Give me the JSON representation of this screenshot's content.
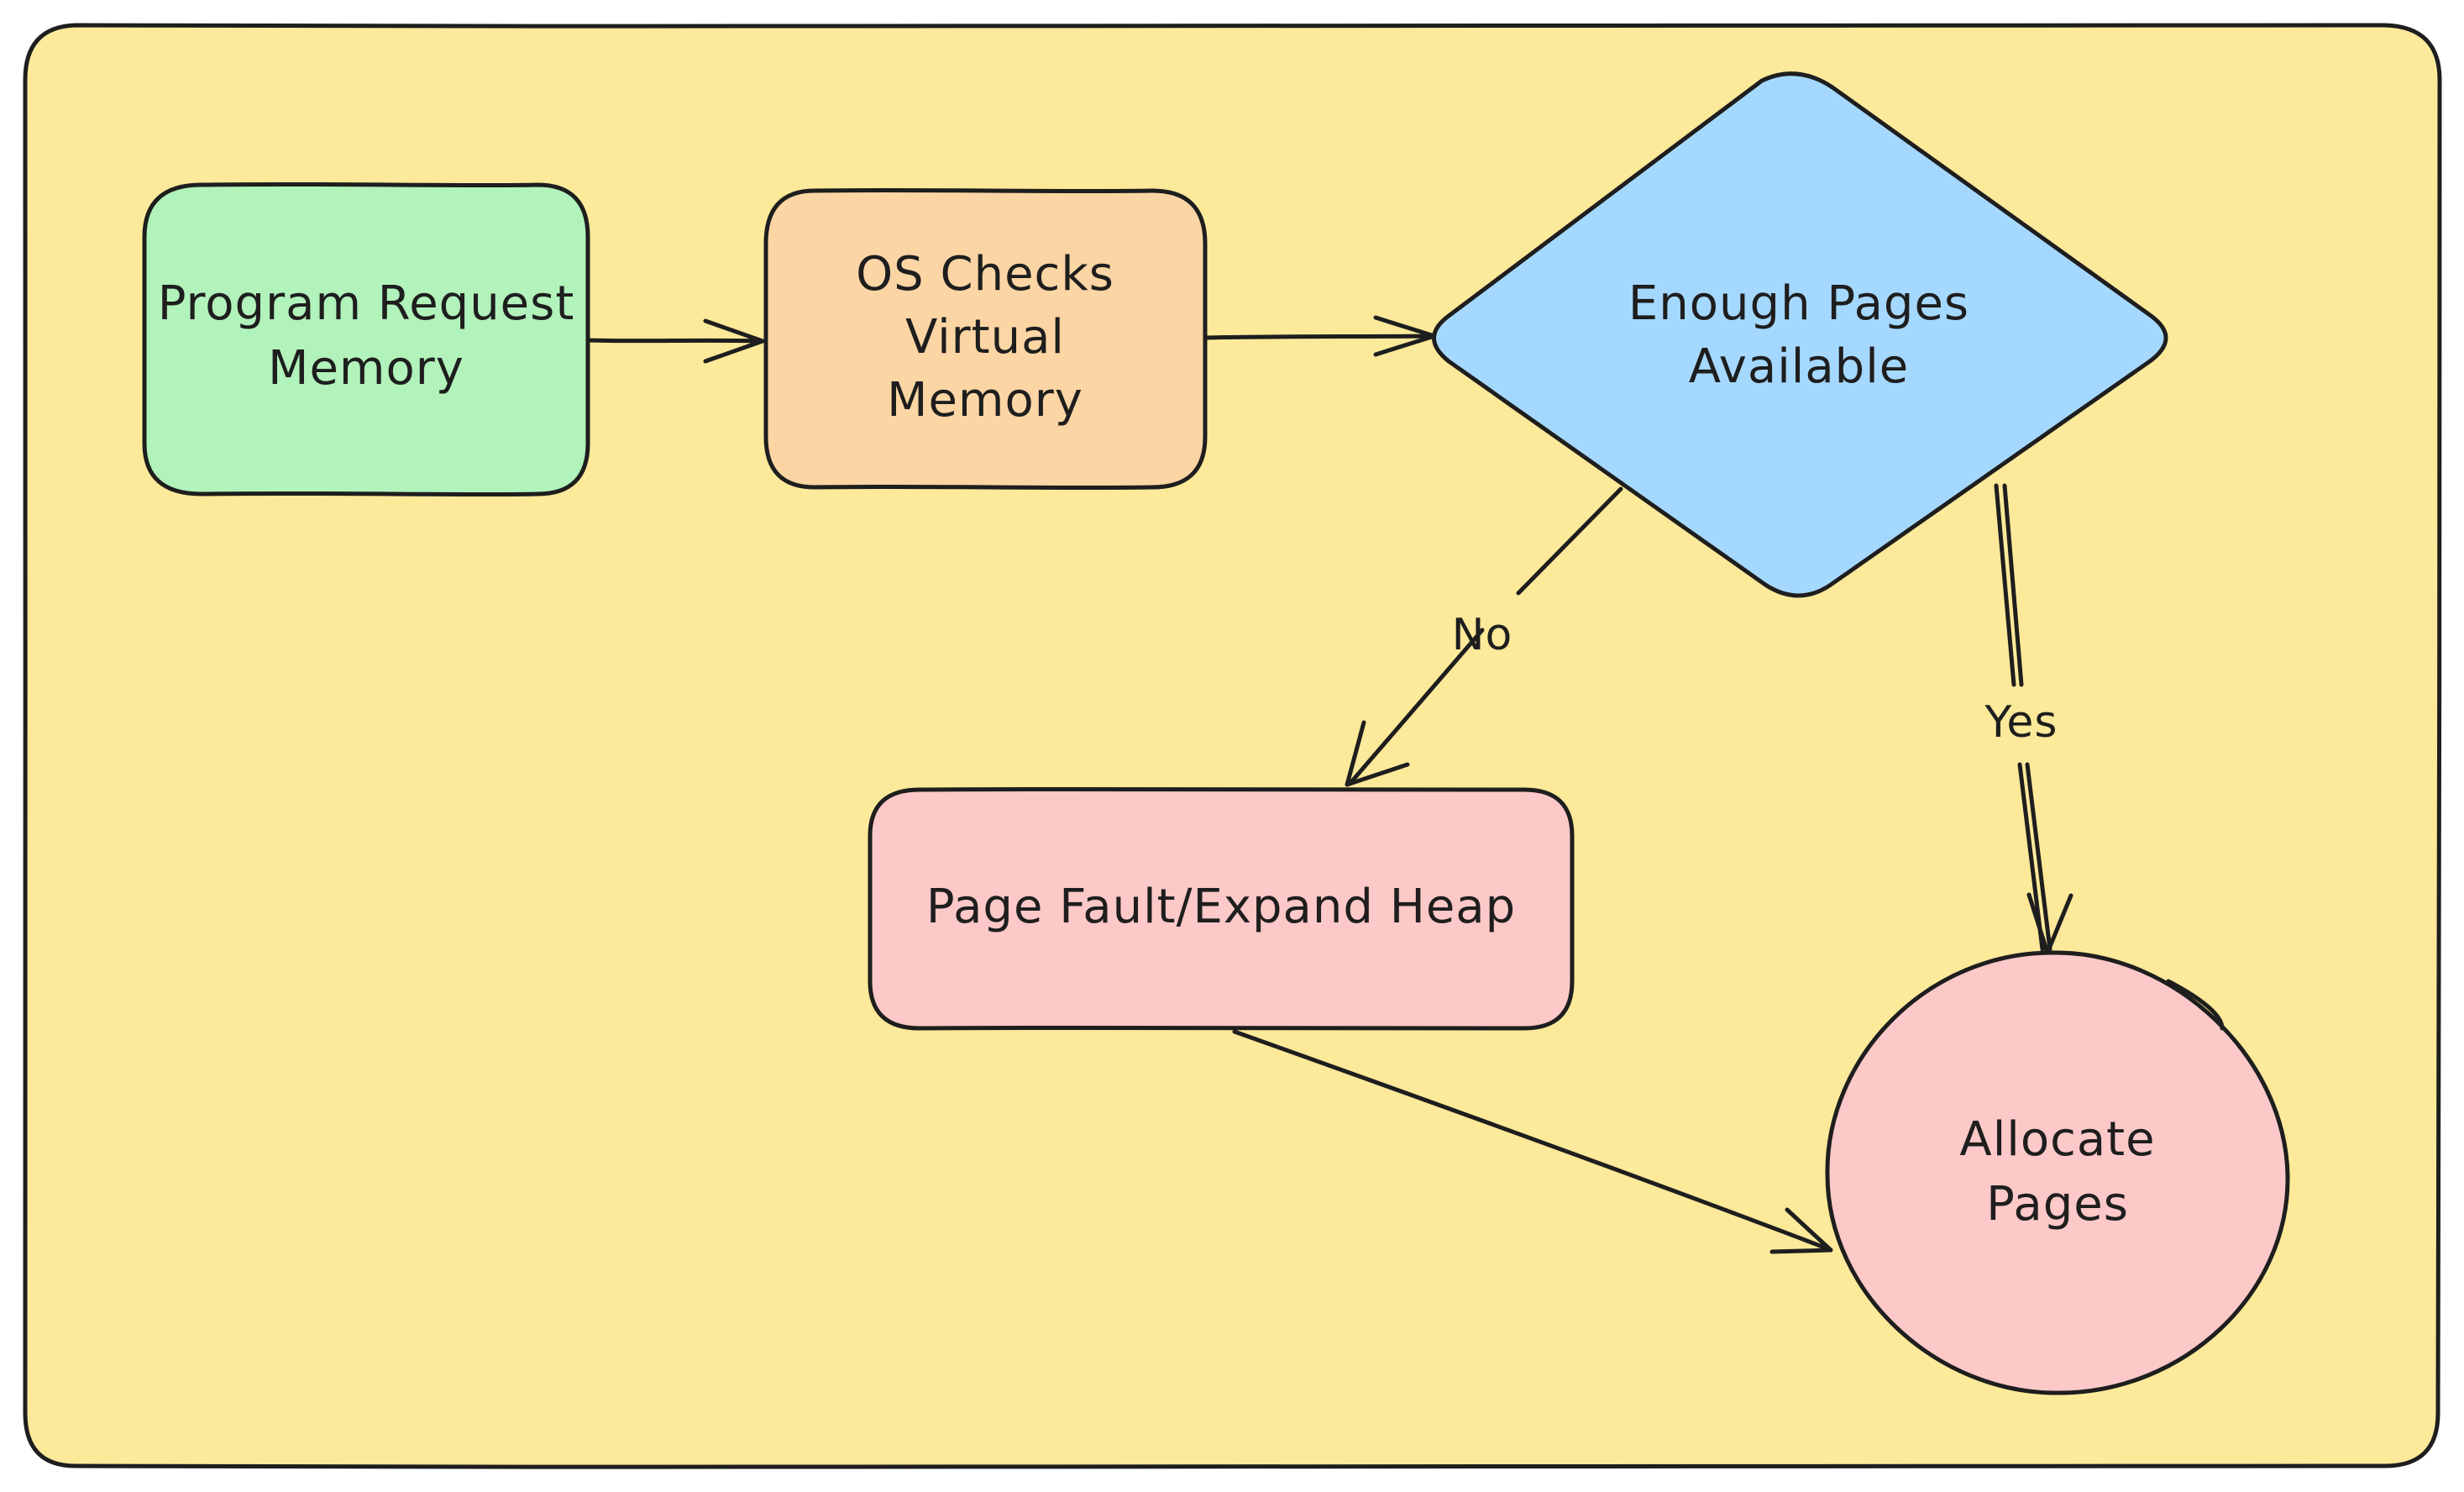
{
  "diagram": {
    "type": "flowchart",
    "colors": {
      "frame_fill": "#fce99a",
      "stroke": "#1e1e1e",
      "start_fill": "#b2f2bb",
      "process_fill": "#fcd5a4",
      "decision_fill": "#a5d8ff",
      "fault_fill": "#fcc8c8",
      "end_fill": "#fcc8c8"
    },
    "nodes": {
      "program_request": {
        "shape": "rounded-rectangle",
        "line1": "Program Request",
        "line2": "Memory"
      },
      "os_checks": {
        "shape": "rounded-rectangle",
        "line1": "OS Checks",
        "line2": "Virtual",
        "line3": "Memory"
      },
      "enough_pages": {
        "shape": "diamond",
        "line1": "Enough Pages",
        "line2": "Available"
      },
      "page_fault": {
        "shape": "rounded-rectangle",
        "line1": "Page Fault/Expand Heap"
      },
      "allocate_pages": {
        "shape": "circle",
        "line1": "Allocate",
        "line2": "Pages"
      }
    },
    "edges": [
      {
        "from": "Program Request Memory",
        "to": "OS Checks Virtual Memory",
        "label": ""
      },
      {
        "from": "OS Checks Virtual Memory",
        "to": "Enough Pages Available",
        "label": ""
      },
      {
        "from": "Enough Pages Available",
        "to": "Page Fault/Expand Heap",
        "label": "No"
      },
      {
        "from": "Enough Pages Available",
        "to": "Allocate Pages",
        "label": "Yes"
      },
      {
        "from": "Page Fault/Expand Heap",
        "to": "Allocate Pages",
        "label": ""
      }
    ],
    "edge_labels": {
      "no": "No",
      "yes": "Yes"
    }
  }
}
